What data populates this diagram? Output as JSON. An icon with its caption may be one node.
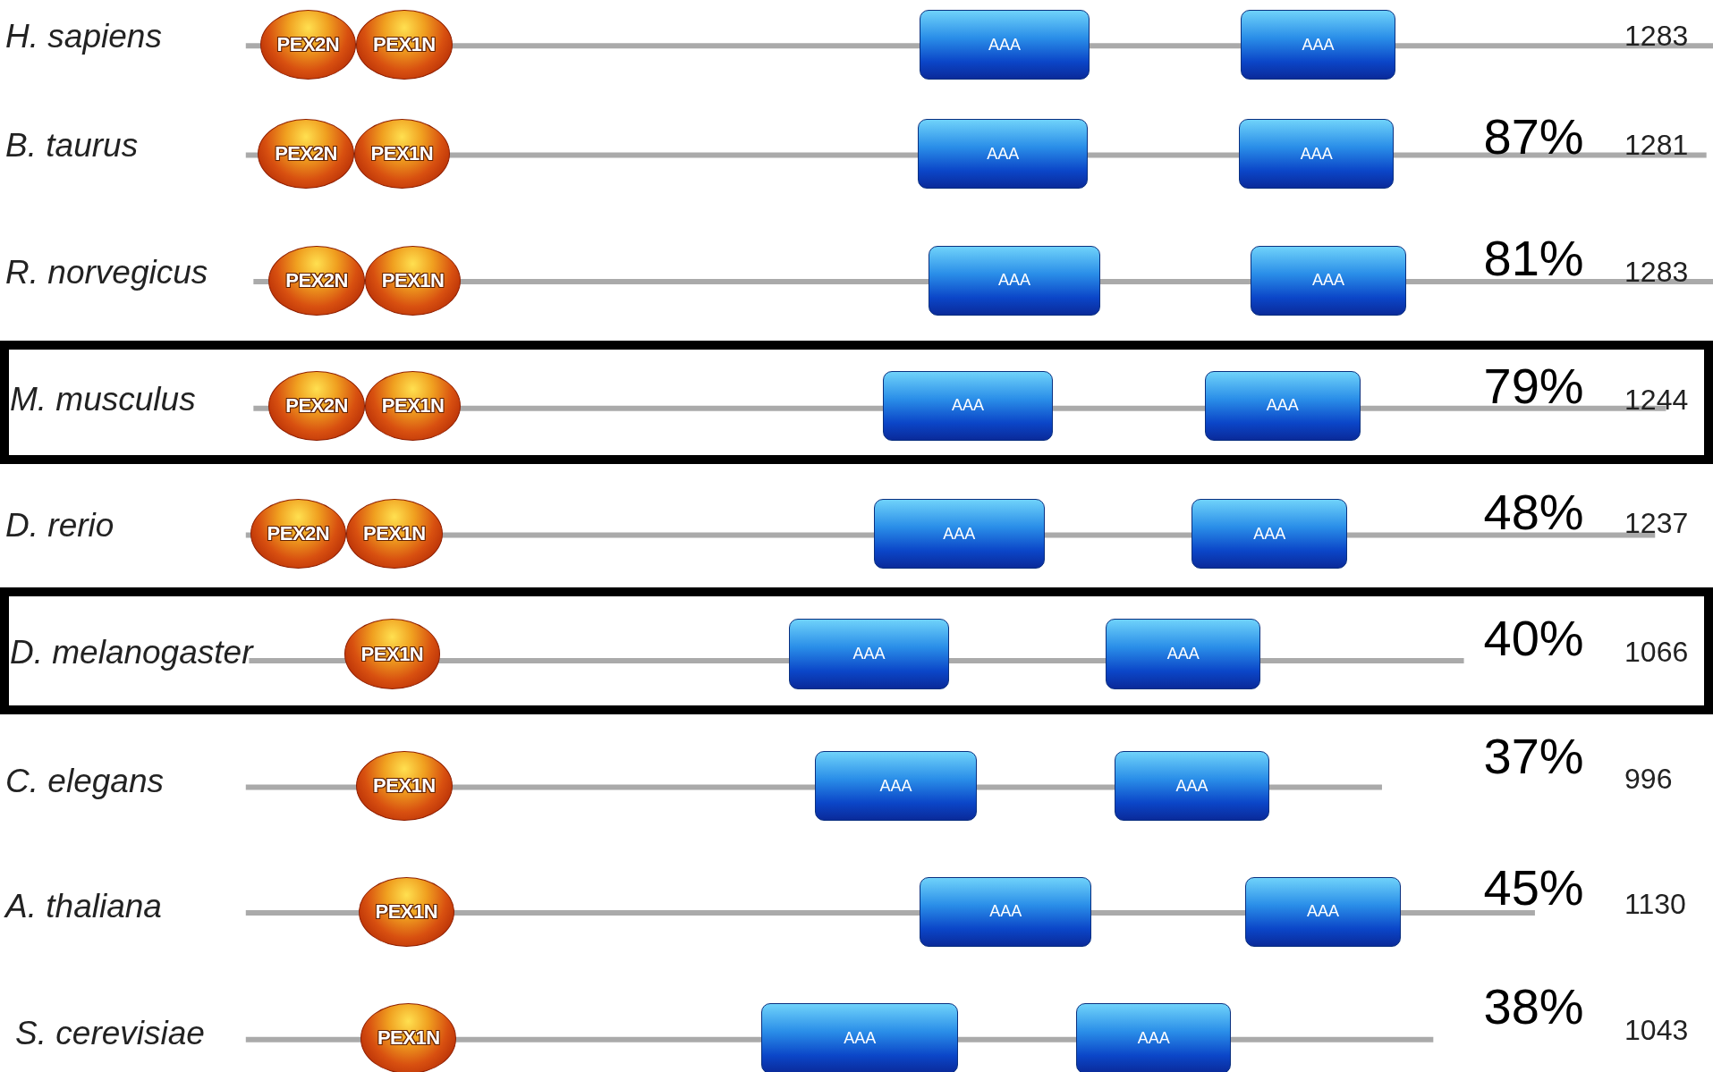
{
  "diagram": {
    "nodes": [
      {
        "text": [
          "PEX2N"
        ]
      },
      {
        "text": [
          "PEX1N"
        ]
      },
      {
        "text": [
          "AAA"
        ]
      },
      {
        "text": [
          "AAA"
        ]
      },
      {
        "text": [
          "PEX2N"
        ]
      },
      {
        "text": [
          "PEX1N"
        ]
      },
      {
        "text": [
          "AAA"
        ]
      },
      {
        "text": [
          "AAA"
        ]
      },
      {
        "text": [
          "PEX2N"
        ]
      },
      {
        "text": [
          "PEX1N"
        ]
      },
      {
        "text": [
          "AAA"
        ]
      },
      {
        "text": [
          "AAA"
        ]
      },
      {
        "text": [
          "M. musculus",
          "79%",
          "1244"
        ]
      },
      {
        "text": [
          "PEX2N"
        ],
        "in": 12
      },
      {
        "text": [
          "PEX1N"
        ],
        "in": 12
      },
      {
        "text": [
          "AAA"
        ],
        "in": 12
      },
      {
        "text": [
          "AAA"
        ],
        "in": 12
      },
      {
        "text": [
          "PEX2N"
        ]
      },
      {
        "text": [
          "PEX1N"
        ]
      },
      {
        "text": [
          "AAA"
        ]
      },
      {
        "text": [
          "AAA"
        ]
      },
      {
        "text": [
          "D. melanogaster",
          "40%",
          "1066"
        ]
      },
      {
        "text": [
          "PEX1N"
        ],
        "in": 21
      },
      {
        "text": [
          "AAA"
        ],
        "in": 21
      },
      {
        "text": [
          "AAA"
        ],
        "in": 21
      },
      {
        "text": [
          "PEX1N"
        ]
      },
      {
        "text": [
          "AAA"
        ]
      },
      {
        "text": [
          "AAA"
        ]
      },
      {
        "text": [
          "PEX1N"
        ]
      },
      {
        "text": [
          "AAA"
        ]
      },
      {
        "text": [
          "AAA"
        ]
      },
      {
        "text": [
          "PEX1N"
        ]
      },
      {
        "text": [
          "AAA"
        ]
      },
      {
        "text": [
          "AAA"
        ]
      }
    ],
    "labels": [
      "H. sapiens",
      "1283",
      "B. taurus",
      "87%",
      "1281",
      "R. norvegicus",
      "81%",
      "1283",
      "D. rerio",
      "48%",
      "1237",
      "C. elegans",
      "37%",
      "996",
      "A. thaliana",
      "45%",
      "1130",
      "S. cerevisiae",
      "38%",
      "1043"
    ]
  }
}
